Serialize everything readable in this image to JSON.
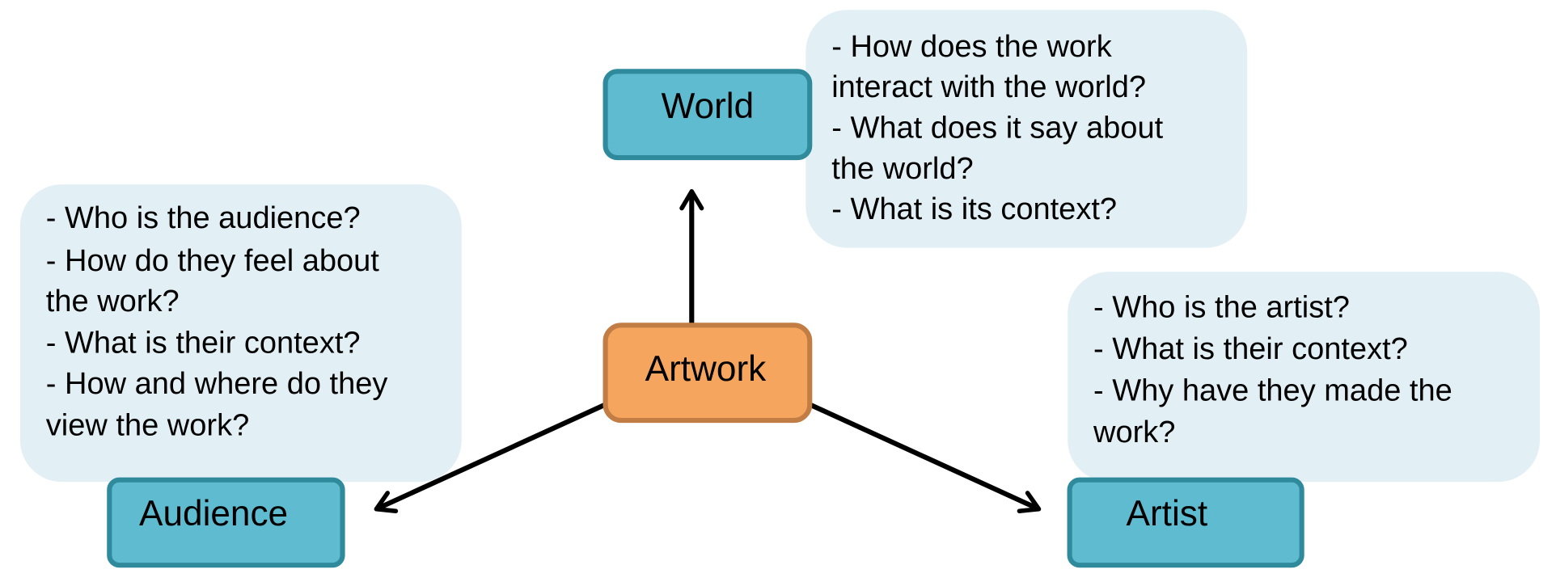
{
  "colors": {
    "node_fill": "#5ebbd0",
    "node_stroke": "#2f8a9c",
    "center_fill": "#f6a55f",
    "center_stroke": "#c17d44",
    "bubble_fill": "#e2f0f6"
  },
  "nodes": {
    "world": "World",
    "artwork": "Artwork",
    "audience": "Audience",
    "artist": "Artist"
  },
  "bubbles": {
    "world": [
      "- How does the work",
      "interact with the world?",
      "- What does it say about",
      "the world?",
      "- What is its context?"
    ],
    "audience": [
      "- Who is the audience?",
      "- How do they feel about",
      "the work?",
      "- What is their context?",
      "- How and where do they",
      "view the work?"
    ],
    "artist": [
      "- Who is the artist?",
      "- What is their context?",
      "- Why have they made the",
      "work?"
    ]
  }
}
